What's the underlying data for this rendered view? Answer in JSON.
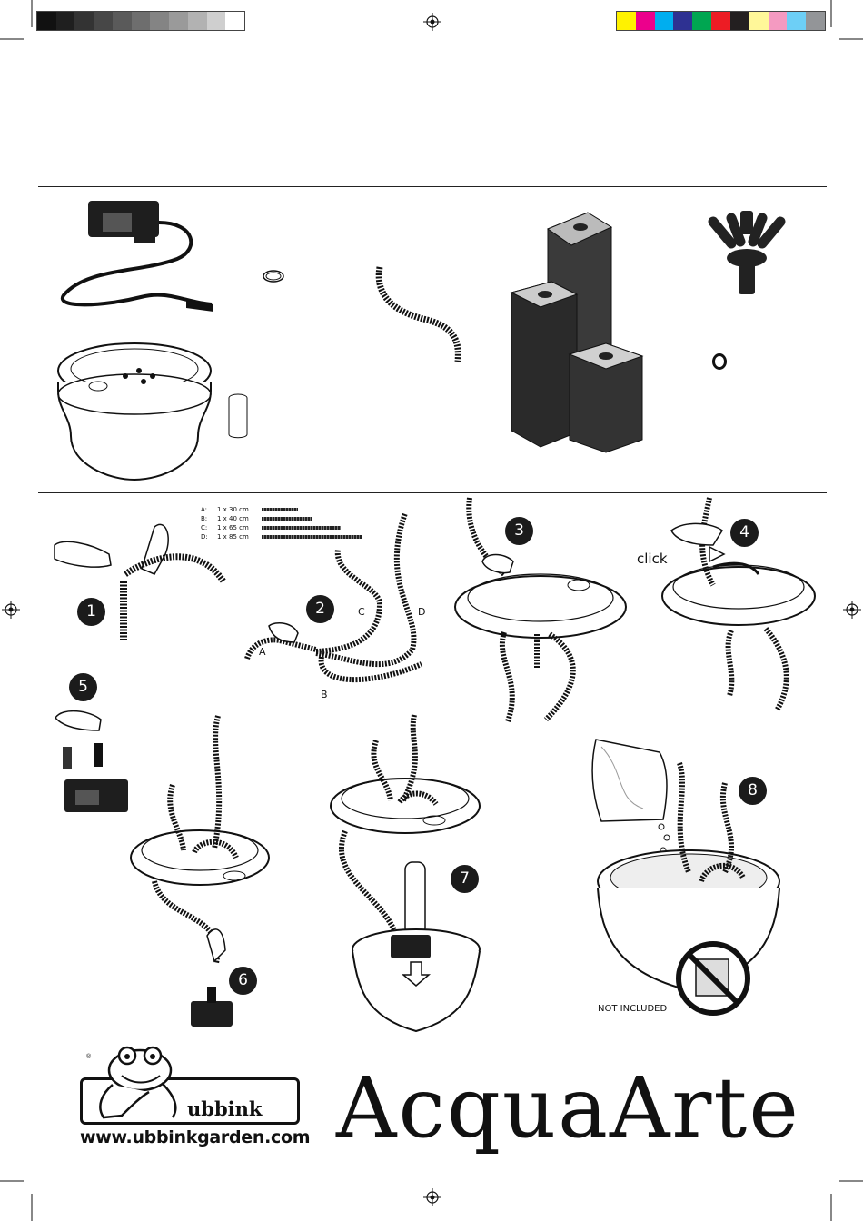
{
  "calibration": {
    "grays": [
      "#111111",
      "#1f1f1f",
      "#333333",
      "#474747",
      "#5a5a5a",
      "#6e6e6e",
      "#848484",
      "#9a9a9a",
      "#b2b2b2",
      "#cfcfcf",
      "#ffffff"
    ],
    "colors": [
      "#fff200",
      "#ec008c",
      "#00aeef",
      "#2e3192",
      "#00a651",
      "#ed1c24",
      "#231f20",
      "#fff799",
      "#f49ac1",
      "#6dcff6",
      "#939598"
    ]
  },
  "hoses": {
    "rows": [
      {
        "key": "A:",
        "size": "1 x 30 cm"
      },
      {
        "key": "B:",
        "size": "1 x 40 cm"
      },
      {
        "key": "C:",
        "size": "1 x 65 cm"
      },
      {
        "key": "D:",
        "size": "1 x 85 cm"
      }
    ]
  },
  "letters": {
    "a": "A",
    "b": "B",
    "c": "C",
    "d": "D"
  },
  "steps": [
    "1",
    "2",
    "3",
    "4",
    "5",
    "6",
    "7",
    "8"
  ],
  "click_label": "click",
  "not_included": "NOT INCLUDED",
  "brand": {
    "logo_word": "ubbink",
    "url": "www.ubbinkgarden.com",
    "product": "AcquaArte",
    "registered": "®"
  }
}
